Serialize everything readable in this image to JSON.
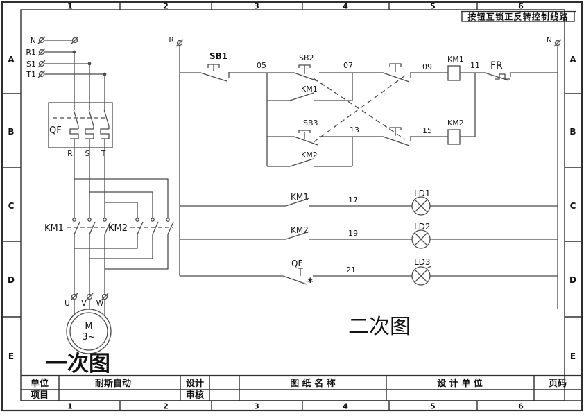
{
  "doc": {
    "title": "按钮互锁正反转控制线路"
  },
  "colors": {
    "line": "#4b4b4b",
    "frame": "#2f2f2f",
    "text": "#121212",
    "bg": "#ffffff"
  },
  "grid": {
    "cols": [
      "1",
      "2",
      "3",
      "4",
      "5",
      "6"
    ],
    "rows": [
      "A",
      "B",
      "C",
      "D",
      "E"
    ]
  },
  "captions": {
    "primary": "一次图",
    "secondary": "二次图"
  },
  "labels": {
    "n": "N",
    "r1": "R1",
    "s1": "S1",
    "t1": "T1",
    "qf": "QF",
    "r": "R",
    "s": "S",
    "t": "T",
    "km1": "KM1",
    "km2": "KM2",
    "u": "U",
    "v": "V",
    "w": "W",
    "motor": "M",
    "motor_type": "3~",
    "sb1": "SB1",
    "sb2": "SB2",
    "sb3": "SB3",
    "fr": "FR",
    "ld1": "LD1",
    "ld2": "LD2",
    "ld3": "LD3",
    "star": "*"
  },
  "wires": [
    "05",
    "07",
    "09",
    "11",
    "13",
    "15",
    "17",
    "19",
    "21"
  ],
  "title_block": {
    "unit_label": "单位",
    "unit_value": "耐斯自动",
    "design_label": "设计",
    "review_label": "审核",
    "project_label": "项目",
    "drawing_name_label": "图 纸 名 称",
    "design_unit_label": "设 计 单 位",
    "page_label": "页码"
  }
}
